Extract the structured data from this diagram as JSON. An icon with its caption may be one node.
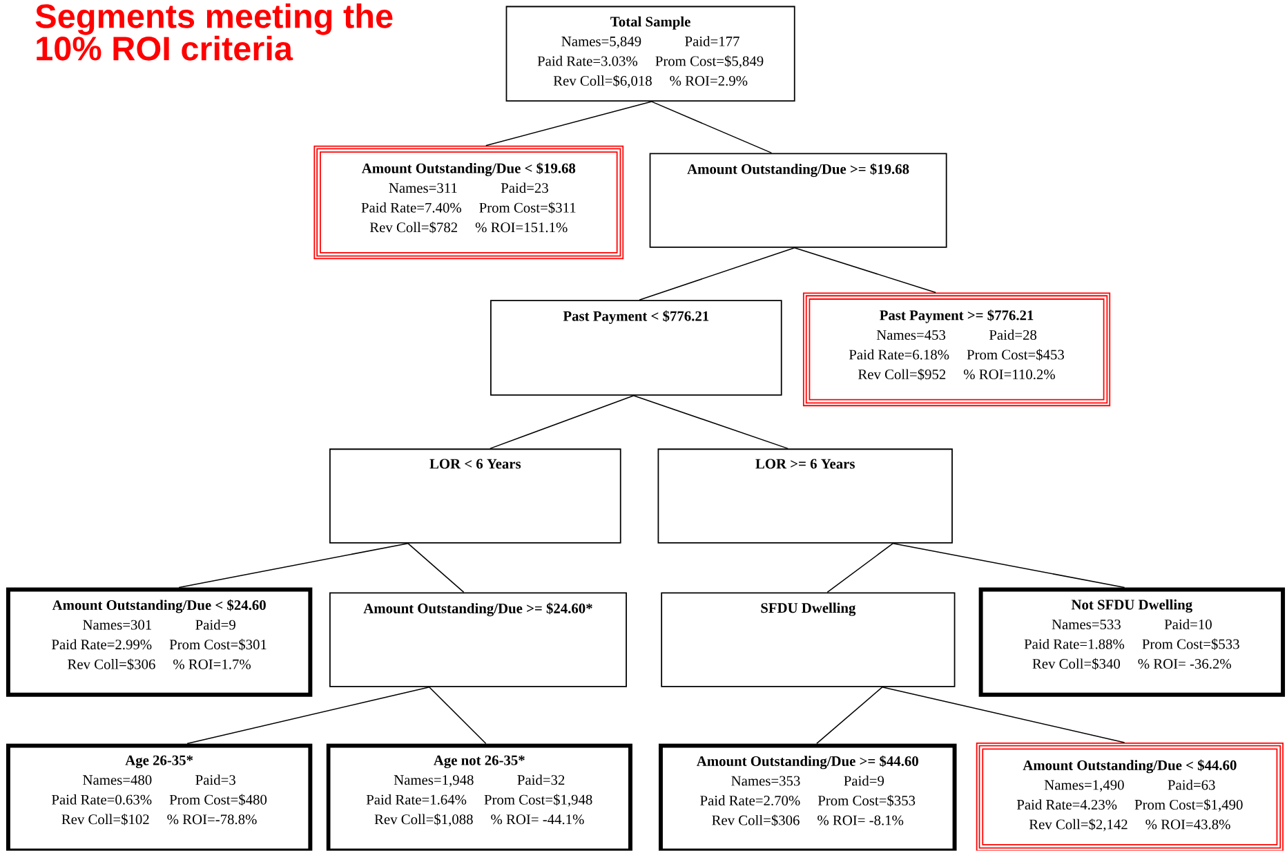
{
  "diagram": {
    "title": "Segments meeting the 10% ROI criteria",
    "nodes": [
      {
        "text": [
          "Total Sample",
          "Names=5,849",
          "Paid=177",
          "Paid Rate=3.03%",
          "Prom Cost=$5,849",
          "Rev Coll=$6,018",
          "% ROI=2.9%"
        ]
      },
      {
        "text": [
          "Amount Outstanding/Due < $19.68",
          "Names=311",
          "Paid=23",
          "Paid Rate=7.40%",
          "Prom Cost=$311",
          "Rev Coll=$782",
          "% ROI=151.1%"
        ]
      },
      {
        "text": [
          "Amount Outstanding/Due >= $19.68"
        ]
      },
      {
        "text": [
          "Past Payment < $776.21"
        ]
      },
      {
        "text": [
          "Past Payment >= $776.21",
          "Names=453",
          "Paid=28",
          "Paid Rate=6.18%",
          "Prom Cost=$453",
          "Rev Coll=$952",
          "% ROI=110.2%"
        ]
      },
      {
        "text": [
          "LOR < 6 Years"
        ]
      },
      {
        "text": [
          "LOR >= 6 Years"
        ]
      },
      {
        "text": [
          "Amount Outstanding/Due < $24.60",
          "Names=301",
          "Paid=9",
          "Paid Rate=2.99%",
          "Prom Cost=$301",
          "Rev Coll=$306",
          "% ROI=1.7%"
        ]
      },
      {
        "text": [
          "Amount Outstanding/Due >= $24.60*"
        ]
      },
      {
        "text": [
          "SFDU Dwelling"
        ]
      },
      {
        "text": [
          "Not SFDU Dwelling",
          "Names=533",
          "Paid=10",
          "Paid Rate=1.88%",
          "Prom Cost=$533",
          "Rev Coll=$340",
          "% ROI= -36.2%"
        ]
      },
      {
        "text": [
          "Age 26-35*",
          "Names=480",
          "Paid=3",
          "Paid Rate=0.63%",
          "Prom Cost=$480",
          "Rev Coll=$102",
          "% ROI=-78.8%"
        ]
      },
      {
        "text": [
          "Age not 26-35*",
          "Names=1,948",
          "Paid=32",
          "Paid Rate=1.64%",
          "Prom Cost=$1,948",
          "Rev Coll=$1,088",
          "% ROI= -44.1%"
        ]
      },
      {
        "text": [
          "Amount Outstanding/Due >= $44.60",
          "Names=353",
          "Paid=9",
          "Paid Rate=2.70%",
          "Prom Cost=$353",
          "Rev Coll=$306",
          "% ROI= -8.1%"
        ]
      },
      {
        "text": [
          "Amount Outstanding/Due < $44.60",
          "Names=1,490",
          "Paid=63",
          "Paid Rate=4.23%",
          "Prom Cost=$1,490",
          "Rev Coll=$2,142",
          "% ROI=43.8%"
        ]
      }
    ],
    "edges": [
      {
        "from": 0,
        "to": 1,
        "arrow": "none"
      },
      {
        "from": 0,
        "to": 2,
        "arrow": "none"
      },
      {
        "from": 2,
        "to": 3,
        "arrow": "none"
      },
      {
        "from": 2,
        "to": 4,
        "arrow": "none"
      },
      {
        "from": 3,
        "to": 5,
        "arrow": "none"
      },
      {
        "from": 3,
        "to": 6,
        "arrow": "none"
      },
      {
        "from": 5,
        "to": 7,
        "arrow": "none"
      },
      {
        "from": 5,
        "to": 8,
        "arrow": "none"
      },
      {
        "from": 6,
        "to": 9,
        "arrow": "none"
      },
      {
        "from": 6,
        "to": 10,
        "arrow": "none"
      },
      {
        "from": 8,
        "to": 11,
        "arrow": "none"
      },
      {
        "from": 8,
        "to": 12,
        "arrow": "none"
      },
      {
        "from": 9,
        "to": 13,
        "arrow": "none"
      },
      {
        "from": 9,
        "to": 14,
        "arrow": "none"
      }
    ]
  }
}
